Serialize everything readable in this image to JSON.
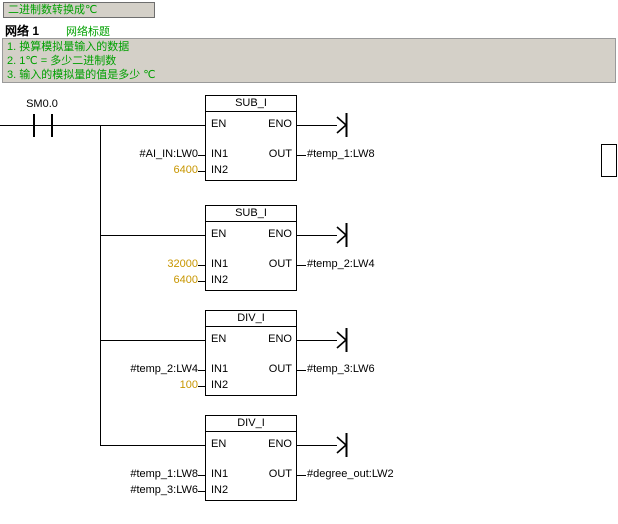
{
  "header": {
    "title": "二进制数转换成℃"
  },
  "network": {
    "label": "网络 1",
    "title": "网络标题"
  },
  "comments": [
    "1. 换算模拟量输入的数据",
    "2. 1℃ = 多少二进制数",
    "3. 输入的模拟量的值是多少 ℃"
  ],
  "contact": {
    "label": "SM0.0"
  },
  "pins": {
    "en": "EN",
    "eno": "ENO",
    "in1": "IN1",
    "in2": "IN2",
    "out": "OUT"
  },
  "blocks": [
    {
      "type": "SUB_I",
      "in1": "#AI_IN:LW0",
      "in2": "6400",
      "out": "#temp_1:LW8"
    },
    {
      "type": "SUB_I",
      "in1": "32000",
      "in2": "6400",
      "out": "#temp_2:LW4"
    },
    {
      "type": "DIV_I",
      "in1": "#temp_2:LW4",
      "in2": "100",
      "out": "#temp_3:LW6"
    },
    {
      "type": "DIV_I",
      "in1": "#temp_1:LW8",
      "in2": "#temp_3:LW6",
      "out": "#degree_out:LW2"
    }
  ],
  "colors": {
    "comment_green": "#00a000",
    "constant_orange": "#c89600",
    "panel_gray": "#d4d0c8",
    "wire_black": "#000000"
  }
}
